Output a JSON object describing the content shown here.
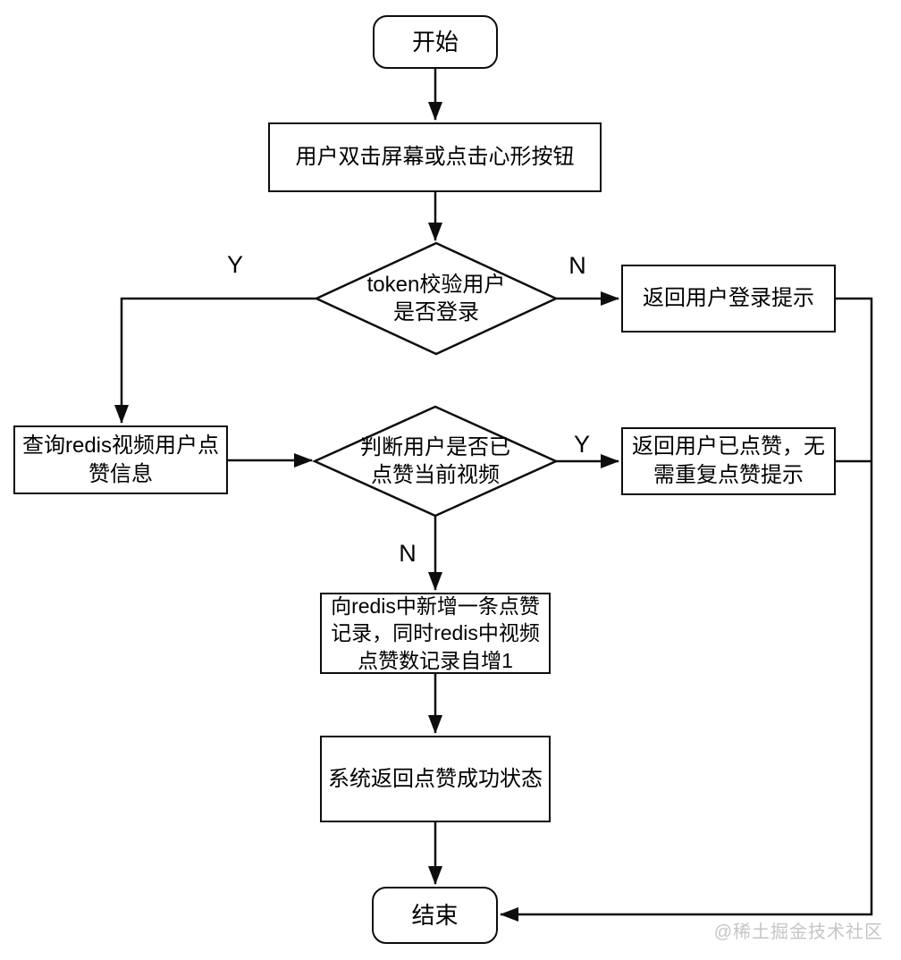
{
  "diagram": {
    "type": "flowchart",
    "colors": {
      "stroke": "#0d0d0d",
      "background": "#ffffff",
      "watermark": "#c5c5c5"
    },
    "nodes": {
      "start": {
        "type": "terminator",
        "label": "开始"
      },
      "user_action": {
        "type": "process",
        "label": "用户双击屏幕或点击心形按钮"
      },
      "token_check": {
        "type": "decision",
        "label": "token校验用户\n是否登录"
      },
      "return_login_prompt": {
        "type": "process",
        "label": "返回用户登录提示"
      },
      "query_redis_likes": {
        "type": "process",
        "label": "查询redis视频用户点\n赞信息"
      },
      "already_liked_check": {
        "type": "decision",
        "label": "判断用户是否已\n点赞当前视频"
      },
      "return_already_liked": {
        "type": "process",
        "label": "返回用户已点赞，无\n需重复点赞提示"
      },
      "add_like_record": {
        "type": "process",
        "label": "向redis中新增一条点赞\n记录，同时redis中视频\n点赞数记录自增1"
      },
      "return_like_success": {
        "type": "process",
        "label": "系统返回点赞成功状态"
      },
      "end": {
        "type": "terminator",
        "label": "结束"
      }
    },
    "edge_labels": {
      "token_check_yes": {
        "label": "Y"
      },
      "token_check_no": {
        "label": "N"
      },
      "already_liked_yes": {
        "label": "Y"
      },
      "already_liked_no": {
        "label": "N"
      }
    },
    "watermark": {
      "text": "@稀土掘金技术社区"
    }
  }
}
